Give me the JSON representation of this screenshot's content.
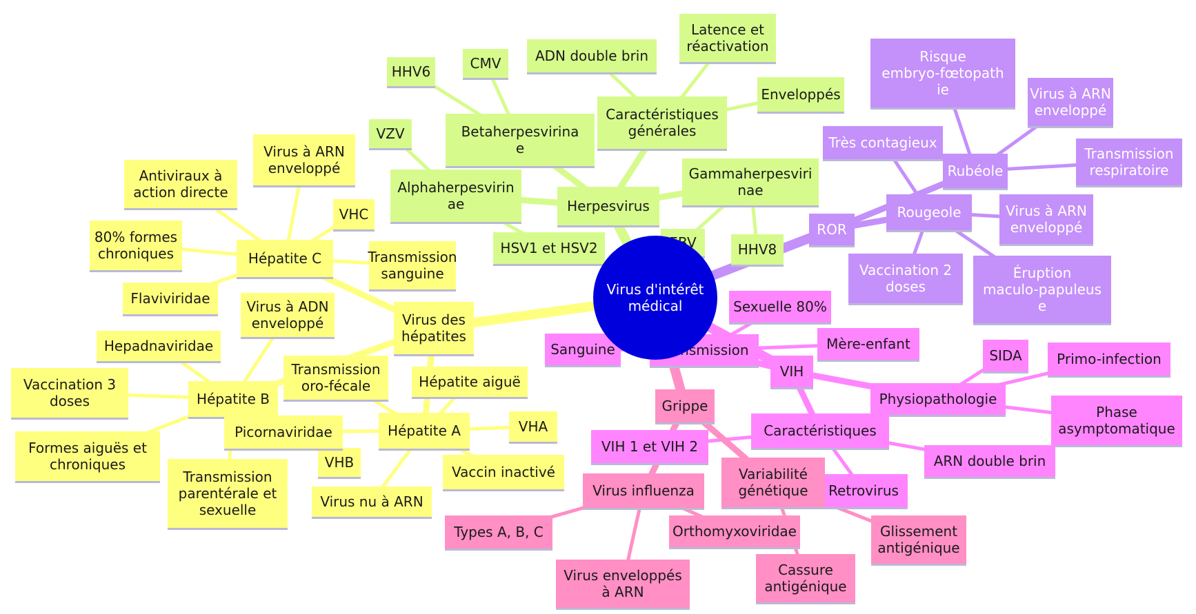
{
  "colors": {
    "root_fill": "#0000dd",
    "root_text": "#ffffff",
    "herpes": "#d6fb8c",
    "hep": "#ffff7f",
    "ror": "#c490fa",
    "vih": "#ff85ff",
    "grippe": "#ff8fc4",
    "dark_text": "#1a1a1a",
    "light_text": "#ffffff",
    "shadow": "#b9b9d6"
  },
  "root": {
    "id": "root",
    "lines": [
      "Virus d'intérêt",
      "médical"
    ]
  },
  "nodes": [
    {
      "id": "herpes",
      "lines": [
        "Herpesvirus"
      ],
      "group": "herpes",
      "parent": "root"
    },
    {
      "id": "alpha",
      "lines": [
        "Alphaherpesvirin",
        "ae"
      ],
      "group": "herpes",
      "parent": "herpes"
    },
    {
      "id": "vzv",
      "lines": [
        "VZV"
      ],
      "group": "herpes",
      "parent": "alpha"
    },
    {
      "id": "hsv",
      "lines": [
        "HSV1 et HSV2"
      ],
      "group": "herpes",
      "parent": "alpha"
    },
    {
      "id": "beta",
      "lines": [
        "Betaherpesvirina",
        "e"
      ],
      "group": "herpes",
      "parent": "herpes"
    },
    {
      "id": "hhv6",
      "lines": [
        "HHV6"
      ],
      "group": "herpes",
      "parent": "beta"
    },
    {
      "id": "cmv",
      "lines": [
        "CMV"
      ],
      "group": "herpes",
      "parent": "beta"
    },
    {
      "id": "carg",
      "lines": [
        "Caractéristiques",
        "générales"
      ],
      "group": "herpes",
      "parent": "herpes"
    },
    {
      "id": "adndb",
      "lines": [
        "ADN double brin"
      ],
      "group": "herpes",
      "parent": "carg"
    },
    {
      "id": "latence",
      "lines": [
        "Latence et",
        "réactivation"
      ],
      "group": "herpes",
      "parent": "carg"
    },
    {
      "id": "envel",
      "lines": [
        "Enveloppés"
      ],
      "group": "herpes",
      "parent": "carg"
    },
    {
      "id": "gamma",
      "lines": [
        "Gammaherpesviri",
        "nae"
      ],
      "group": "herpes",
      "parent": "herpes"
    },
    {
      "id": "ebv",
      "lines": [
        "EBV"
      ],
      "group": "herpes",
      "parent": "gamma"
    },
    {
      "id": "hhv8",
      "lines": [
        "HHV8"
      ],
      "group": "herpes",
      "parent": "gamma"
    },
    {
      "id": "hep",
      "lines": [
        "Virus des",
        "hépatites"
      ],
      "group": "hep",
      "parent": "root"
    },
    {
      "id": "hepc",
      "lines": [
        "Hépatite C"
      ],
      "group": "hep",
      "parent": "hep"
    },
    {
      "id": "arnenvC",
      "lines": [
        "Virus à ARN",
        "enveloppé"
      ],
      "group": "hep",
      "parent": "hepc"
    },
    {
      "id": "antiv",
      "lines": [
        "Antiviraux à",
        "action directe"
      ],
      "group": "hep",
      "parent": "hepc"
    },
    {
      "id": "vhc",
      "lines": [
        "VHC"
      ],
      "group": "hep",
      "parent": "hepc"
    },
    {
      "id": "chron80",
      "lines": [
        "80% formes",
        "chroniques"
      ],
      "group": "hep",
      "parent": "hepc"
    },
    {
      "id": "transsang",
      "lines": [
        "Transmission",
        "sanguine"
      ],
      "group": "hep",
      "parent": "hepc"
    },
    {
      "id": "flavi",
      "lines": [
        "Flaviviridae"
      ],
      "group": "hep",
      "parent": "hepc"
    },
    {
      "id": "hepb",
      "lines": [
        "Hépatite B"
      ],
      "group": "hep",
      "parent": "hep"
    },
    {
      "id": "adnenv",
      "lines": [
        "Virus à ADN",
        "enveloppé"
      ],
      "group": "hep",
      "parent": "hepb"
    },
    {
      "id": "hepadna",
      "lines": [
        "Hepadnaviridae"
      ],
      "group": "hep",
      "parent": "hepb"
    },
    {
      "id": "vacc3",
      "lines": [
        "Vaccination 3",
        "doses"
      ],
      "group": "hep",
      "parent": "hepb"
    },
    {
      "id": "formes",
      "lines": [
        "Formes aiguës et",
        "chroniques"
      ],
      "group": "hep",
      "parent": "hepb"
    },
    {
      "id": "transpar",
      "lines": [
        "Transmission",
        "parentérale et",
        "sexuelle"
      ],
      "group": "hep",
      "parent": "hepb"
    },
    {
      "id": "vhb",
      "lines": [
        "VHB"
      ],
      "group": "hep",
      "parent": "hepb"
    },
    {
      "id": "hepa",
      "lines": [
        "Hépatite A"
      ],
      "group": "hep",
      "parent": "hep"
    },
    {
      "id": "orofec",
      "lines": [
        "Transmission",
        "oro-fécale"
      ],
      "group": "hep",
      "parent": "hepa"
    },
    {
      "id": "hepaig",
      "lines": [
        "Hépatite aiguë"
      ],
      "group": "hep",
      "parent": "hepa"
    },
    {
      "id": "picorna",
      "lines": [
        "Picornaviridae"
      ],
      "group": "hep",
      "parent": "hepa"
    },
    {
      "id": "vha",
      "lines": [
        "VHA"
      ],
      "group": "hep",
      "parent": "hepa"
    },
    {
      "id": "vaccin",
      "lines": [
        "Vaccin inactivé"
      ],
      "group": "hep",
      "parent": "hepa"
    },
    {
      "id": "nuarn",
      "lines": [
        "Virus nu à ARN"
      ],
      "group": "hep",
      "parent": "hepa"
    },
    {
      "id": "ror",
      "lines": [
        "ROR"
      ],
      "group": "ror",
      "parent": "root"
    },
    {
      "id": "rubeole",
      "lines": [
        "Rubéole"
      ],
      "group": "ror",
      "parent": "ror"
    },
    {
      "id": "risque",
      "lines": [
        "Risque",
        "embryo-fœtopath",
        "ie"
      ],
      "group": "ror",
      "parent": "rubeole"
    },
    {
      "id": "arnenvR",
      "lines": [
        "Virus à ARN",
        "enveloppé"
      ],
      "group": "ror",
      "parent": "rubeole"
    },
    {
      "id": "transresp",
      "lines": [
        "Transmission",
        "respiratoire"
      ],
      "group": "ror",
      "parent": "rubeole"
    },
    {
      "id": "rougeole",
      "lines": [
        "Rougeole"
      ],
      "group": "ror",
      "parent": "ror"
    },
    {
      "id": "contag",
      "lines": [
        "Très contagieux"
      ],
      "group": "ror",
      "parent": "rougeole"
    },
    {
      "id": "arnenvG",
      "lines": [
        "Virus à ARN",
        "enveloppé"
      ],
      "group": "ror",
      "parent": "rougeole"
    },
    {
      "id": "vacc2",
      "lines": [
        "Vaccination 2",
        "doses"
      ],
      "group": "ror",
      "parent": "rougeole"
    },
    {
      "id": "erupt",
      "lines": [
        "Éruption",
        "maculo-papuleus",
        "e"
      ],
      "group": "ror",
      "parent": "rougeole"
    },
    {
      "id": "vih",
      "lines": [
        "VIH"
      ],
      "group": "vih",
      "parent": "root"
    },
    {
      "id": "trans",
      "lines": [
        "Transmission"
      ],
      "group": "vih",
      "parent": "vih"
    },
    {
      "id": "sex80",
      "lines": [
        "Sexuelle 80%"
      ],
      "group": "vih",
      "parent": "trans"
    },
    {
      "id": "sang",
      "lines": [
        "Sanguine"
      ],
      "group": "vih",
      "parent": "trans"
    },
    {
      "id": "mere",
      "lines": [
        "Mère-enfant"
      ],
      "group": "vih",
      "parent": "trans"
    },
    {
      "id": "physio",
      "lines": [
        "Physiopathologie"
      ],
      "group": "vih",
      "parent": "vih"
    },
    {
      "id": "sida",
      "lines": [
        "SIDA"
      ],
      "group": "vih",
      "parent": "physio"
    },
    {
      "id": "primo",
      "lines": [
        "Primo-infection"
      ],
      "group": "vih",
      "parent": "physio"
    },
    {
      "id": "asympt",
      "lines": [
        "Phase",
        "asymptomatique"
      ],
      "group": "vih",
      "parent": "physio"
    },
    {
      "id": "caract",
      "lines": [
        "Caractéristiques"
      ],
      "group": "vih",
      "parent": "vih"
    },
    {
      "id": "vih12",
      "lines": [
        "VIH 1 et VIH 2"
      ],
      "group": "vih",
      "parent": "caract"
    },
    {
      "id": "arndb",
      "lines": [
        "ARN double brin"
      ],
      "group": "vih",
      "parent": "caract"
    },
    {
      "id": "retro",
      "lines": [
        "Retrovirus"
      ],
      "group": "vih",
      "parent": "caract"
    },
    {
      "id": "grippe",
      "lines": [
        "Grippe"
      ],
      "group": "grippe",
      "parent": "root"
    },
    {
      "id": "influ",
      "lines": [
        "Virus influenza"
      ],
      "group": "grippe",
      "parent": "grippe"
    },
    {
      "id": "types",
      "lines": [
        "Types A, B, C"
      ],
      "group": "grippe",
      "parent": "influ"
    },
    {
      "id": "envarn",
      "lines": [
        "Virus enveloppés",
        "à ARN"
      ],
      "group": "grippe",
      "parent": "influ"
    },
    {
      "id": "ortho",
      "lines": [
        "Orthomyxoviridae"
      ],
      "group": "grippe",
      "parent": "influ"
    },
    {
      "id": "varia",
      "lines": [
        "Variabilité",
        "génétique"
      ],
      "group": "grippe",
      "parent": "grippe"
    },
    {
      "id": "glisse",
      "lines": [
        "Glissement",
        "antigénique"
      ],
      "group": "grippe",
      "parent": "varia"
    },
    {
      "id": "cassure",
      "lines": [
        "Cassure",
        "antigénique"
      ],
      "group": "grippe",
      "parent": "varia"
    }
  ]
}
